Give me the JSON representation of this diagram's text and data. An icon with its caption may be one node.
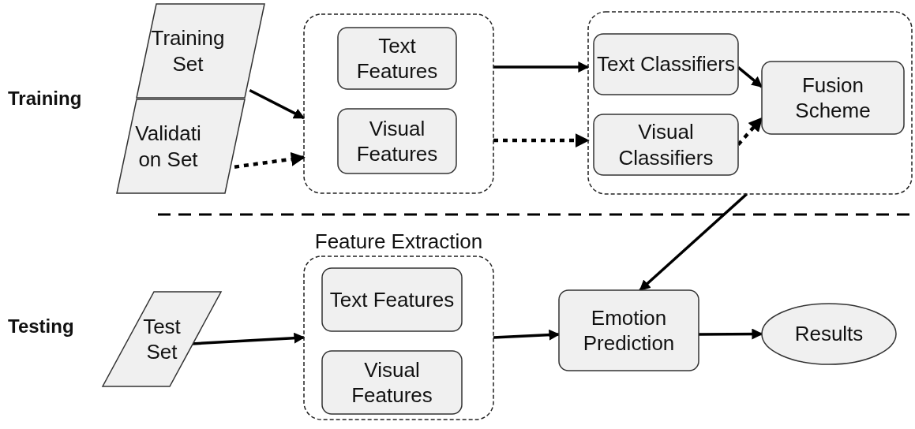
{
  "diagram": {
    "nodes": [
      {
        "text": [
          "Training Set"
        ]
      },
      {
        "text": [
          "Validati on Set"
        ]
      },
      {
        "text": [],
        "shape": "box"
      },
      {
        "text": [
          "Text Features"
        ],
        "in": 2
      },
      {
        "text": [
          "Visual Features"
        ],
        "in": 2
      },
      {
        "text": [],
        "shape": "box"
      },
      {
        "text": [
          "Text Classifiers"
        ],
        "in": 5
      },
      {
        "text": [
          "Visual Classifiers"
        ],
        "in": 5
      },
      {
        "text": [
          "Fusion Scheme"
        ],
        "in": 5
      },
      {
        "text": [
          "Feature Extraction"
        ]
      },
      {
        "text": [
          "Text Features"
        ],
        "in": 9
      },
      {
        "text": [
          "Visual Features"
        ],
        "in": 9
      },
      {
        "text": [
          "Test Set"
        ]
      },
      {
        "text": [
          "Emotion Prediction"
        ]
      },
      {
        "text": [
          "Results"
        ]
      }
    ],
    "edges": [
      {
        "from": 0,
        "to": 2,
        "arrow": "to"
      },
      {
        "from": 1,
        "to": 2,
        "arrow": "to",
        "style": "dashed"
      },
      {
        "from": 2,
        "to": 5,
        "arrow": "to"
      },
      {
        "from": 2,
        "to": 5,
        "arrow": "to",
        "style": "dashed"
      },
      {
        "from": 6,
        "to": 8,
        "arrow": "to"
      },
      {
        "from": 7,
        "to": 8,
        "arrow": "to",
        "style": "dashed"
      },
      {
        "from": 5,
        "to": 13,
        "arrow": "to"
      },
      {
        "from": 12,
        "to": 9,
        "arrow": "to"
      },
      {
        "from": 9,
        "to": 13,
        "arrow": "to"
      },
      {
        "from": 13,
        "to": 14,
        "arrow": "to"
      }
    ],
    "labels": [
      "Training",
      "Testing"
    ]
  }
}
